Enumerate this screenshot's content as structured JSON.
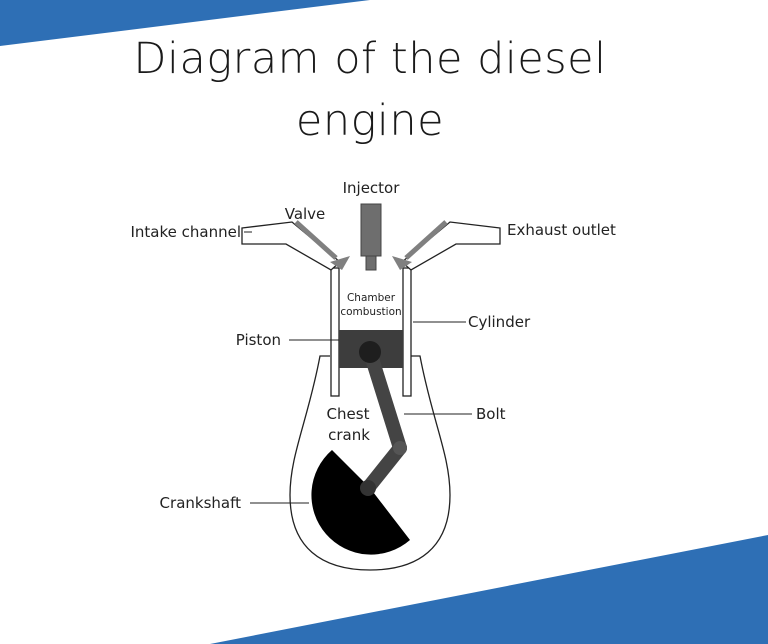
{
  "title": {
    "line1": "Diagram of the diesel",
    "line2": "engine"
  },
  "labels": {
    "injector": "Injector",
    "valve": "Valve",
    "intake_channel": "Intake channel",
    "exhaust_outlet": "Exhaust outlet",
    "chamber_line1": "Chamber",
    "chamber_line2": "combustion",
    "cylinder": "Cylinder",
    "piston": "Piston",
    "chest_line1": "Chest",
    "chest_line2": "crank",
    "bolt": "Bolt",
    "crankshaft": "Crankshaft"
  },
  "colors": {
    "accent": "#2e6fb5",
    "piston": "#3d3d3d",
    "rod": "#444444",
    "injector": "#6e6e6e",
    "valve": "#808080",
    "crankshaft": "#000000",
    "outline": "#222222"
  }
}
